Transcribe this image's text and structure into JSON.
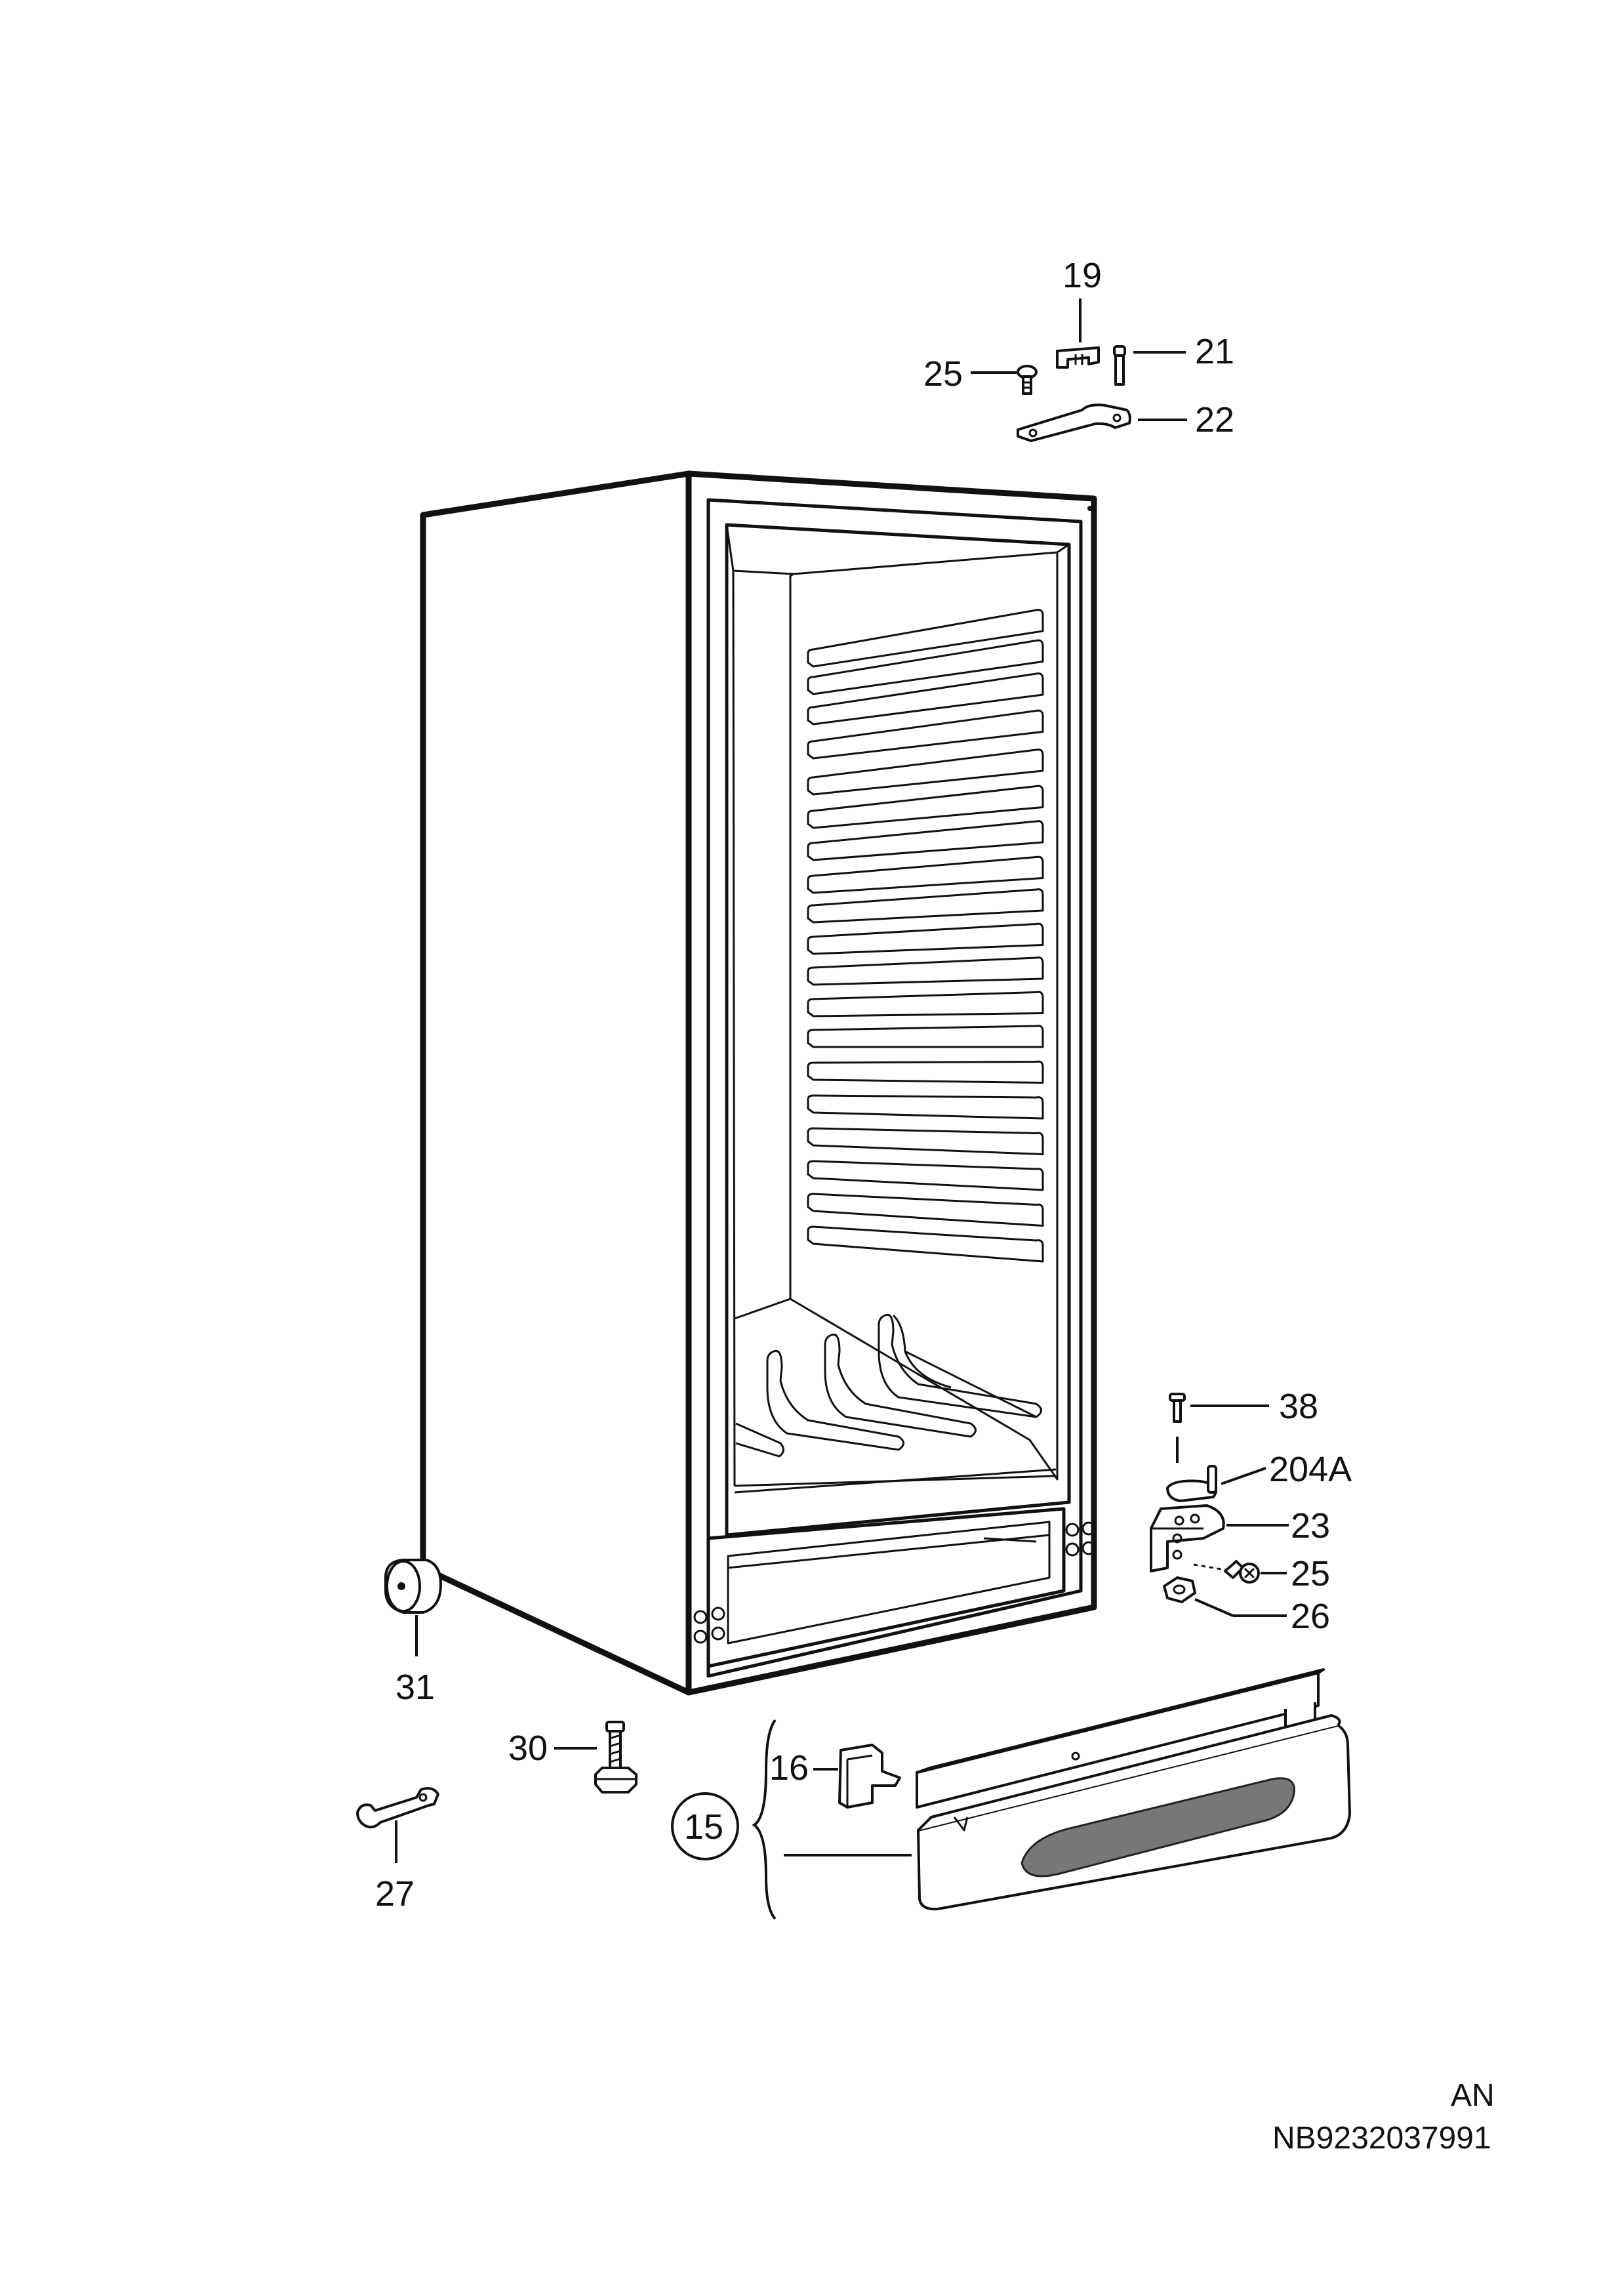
{
  "callouts": {
    "c19": "19",
    "c25_top": "25",
    "c21": "21",
    "c22": "22",
    "c38": "38",
    "c204a": "204A",
    "c23": "23",
    "c25_right": "25",
    "c26": "26",
    "c31": "31",
    "c30": "30",
    "c16": "16",
    "c15": "15",
    "c27": "27"
  },
  "footer": {
    "code_line1": "AN",
    "code_line2": "NB9232037991"
  }
}
